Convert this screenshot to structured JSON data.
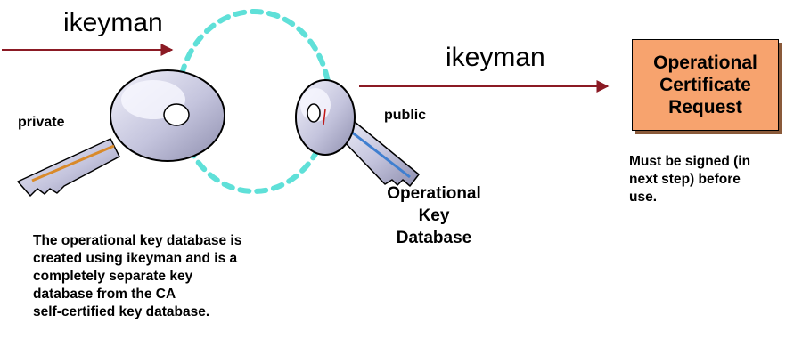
{
  "labels": {
    "ikeyman_left": "ikeyman",
    "ikeyman_right": "ikeyman",
    "private": "private",
    "public": "public",
    "database_line1": "Operational",
    "database_line2": "Key",
    "database_line3": "Database"
  },
  "certificate_box": {
    "line1": "Operational",
    "line2": "Certificate",
    "line3": "Request",
    "fill_color": "#f7a36e"
  },
  "notes": {
    "signed_line1": "Must be signed (in",
    "signed_line2": "next step) before",
    "signed_line3": "use.",
    "database_line1": "The operational key database is",
    "database_line2": "created using ikeyman and is a",
    "database_line3": "completely separate key",
    "database_line4": "database from the CA",
    "database_line5": "self-certified key database."
  },
  "colors": {
    "arrow": "#8b1a24",
    "dashed_ellipse": "#5fe0d8",
    "key_body": "#c9c9e0",
    "key_highlight": "#ececf7",
    "key_stripe_private": "#d98a2a",
    "key_stripe_public": "#3f7fd0"
  }
}
